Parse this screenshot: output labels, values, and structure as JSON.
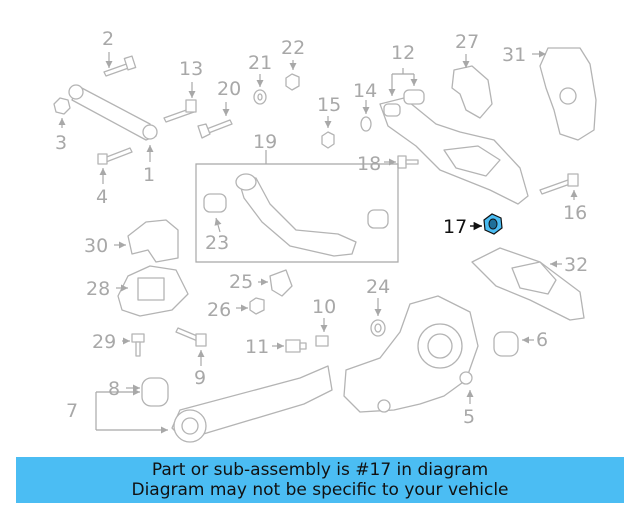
{
  "callouts": [
    {
      "id": "c1",
      "text": "1"
    },
    {
      "id": "c2",
      "text": "2"
    },
    {
      "id": "c3",
      "text": "3"
    },
    {
      "id": "c4",
      "text": "4"
    },
    {
      "id": "c5",
      "text": "5"
    },
    {
      "id": "c6",
      "text": "6"
    },
    {
      "id": "c7",
      "text": "7"
    },
    {
      "id": "c8",
      "text": "8"
    },
    {
      "id": "c9",
      "text": "9"
    },
    {
      "id": "c10",
      "text": "10"
    },
    {
      "id": "c11",
      "text": "11"
    },
    {
      "id": "c12",
      "text": "12"
    },
    {
      "id": "c13",
      "text": "13"
    },
    {
      "id": "c14",
      "text": "14"
    },
    {
      "id": "c15",
      "text": "15"
    },
    {
      "id": "c16",
      "text": "16"
    },
    {
      "id": "c17",
      "text": "17"
    },
    {
      "id": "c18",
      "text": "18"
    },
    {
      "id": "c19",
      "text": "19"
    },
    {
      "id": "c20",
      "text": "20"
    },
    {
      "id": "c21",
      "text": "21"
    },
    {
      "id": "c22",
      "text": "22"
    },
    {
      "id": "c23",
      "text": "23"
    },
    {
      "id": "c24",
      "text": "24"
    },
    {
      "id": "c25",
      "text": "25"
    },
    {
      "id": "c26",
      "text": "26"
    },
    {
      "id": "c27",
      "text": "27"
    },
    {
      "id": "c28",
      "text": "28"
    },
    {
      "id": "c29",
      "text": "29"
    },
    {
      "id": "c30",
      "text": "30"
    },
    {
      "id": "c31",
      "text": "31"
    },
    {
      "id": "c32",
      "text": "32"
    }
  ],
  "highlighted_part": "17",
  "colors": {
    "highlight": "#4bbdf3",
    "caption_bar": "#4bbdf3",
    "callout_gray": "#a8a8a8",
    "callout_active": "#111111"
  },
  "caption": {
    "line1": "Part or sub-assembly is #17 in diagram",
    "line2": "Diagram may not be specific to your vehicle"
  }
}
